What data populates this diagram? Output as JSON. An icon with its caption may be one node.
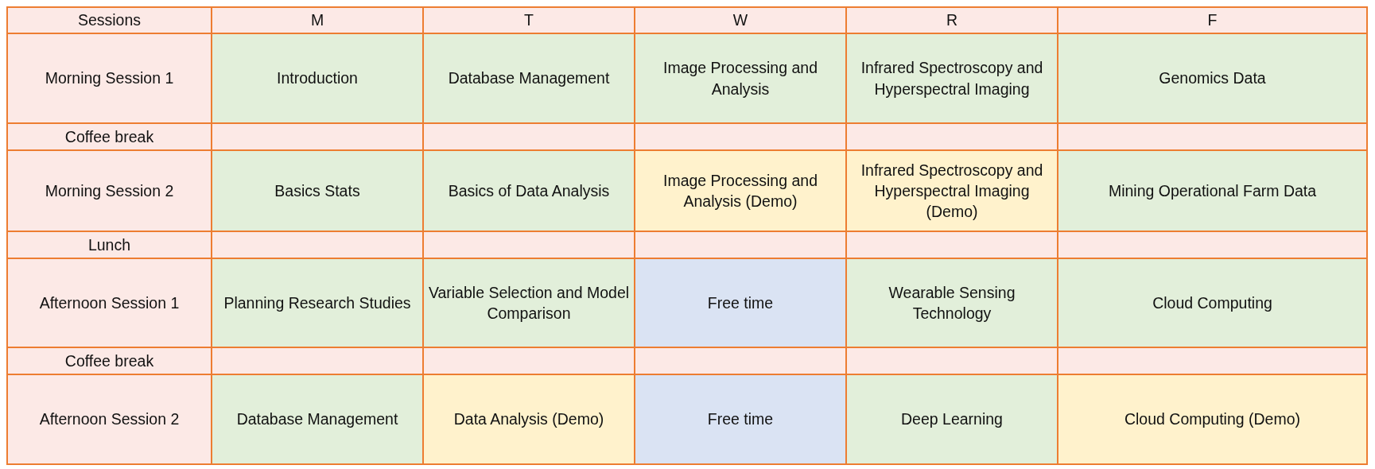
{
  "diagram": {
    "labels": [
      "Sessions",
      "M",
      "T",
      "W",
      "R",
      "F",
      "Morning Session 1",
      "Introduction",
      "Database Management",
      "Image Processing and Analysis",
      "Infrared Spectroscopy and Hyperspectral Imaging",
      "Genomics Data",
      "Coffee break",
      "Morning Session 2",
      "Basics Stats",
      "Basics of Data Analysis",
      "Image Processing and Analysis (Demo)",
      "Infrared Spectroscopy and Hyperspectral Imaging (Demo)",
      "Mining Operational Farm Data",
      "Lunch",
      "Afternoon Session 1",
      "Planning Research Studies",
      "Variable Selection and Model Comparison",
      "Free time",
      "Wearable Sensing Technology",
      "Cloud Computing",
      "Coffee break",
      "Afternoon Session 2",
      "Database Management",
      "Data Analysis (Demo)",
      "Free time",
      "Deep Learning",
      "Cloud Computing (Demo)"
    ]
  }
}
